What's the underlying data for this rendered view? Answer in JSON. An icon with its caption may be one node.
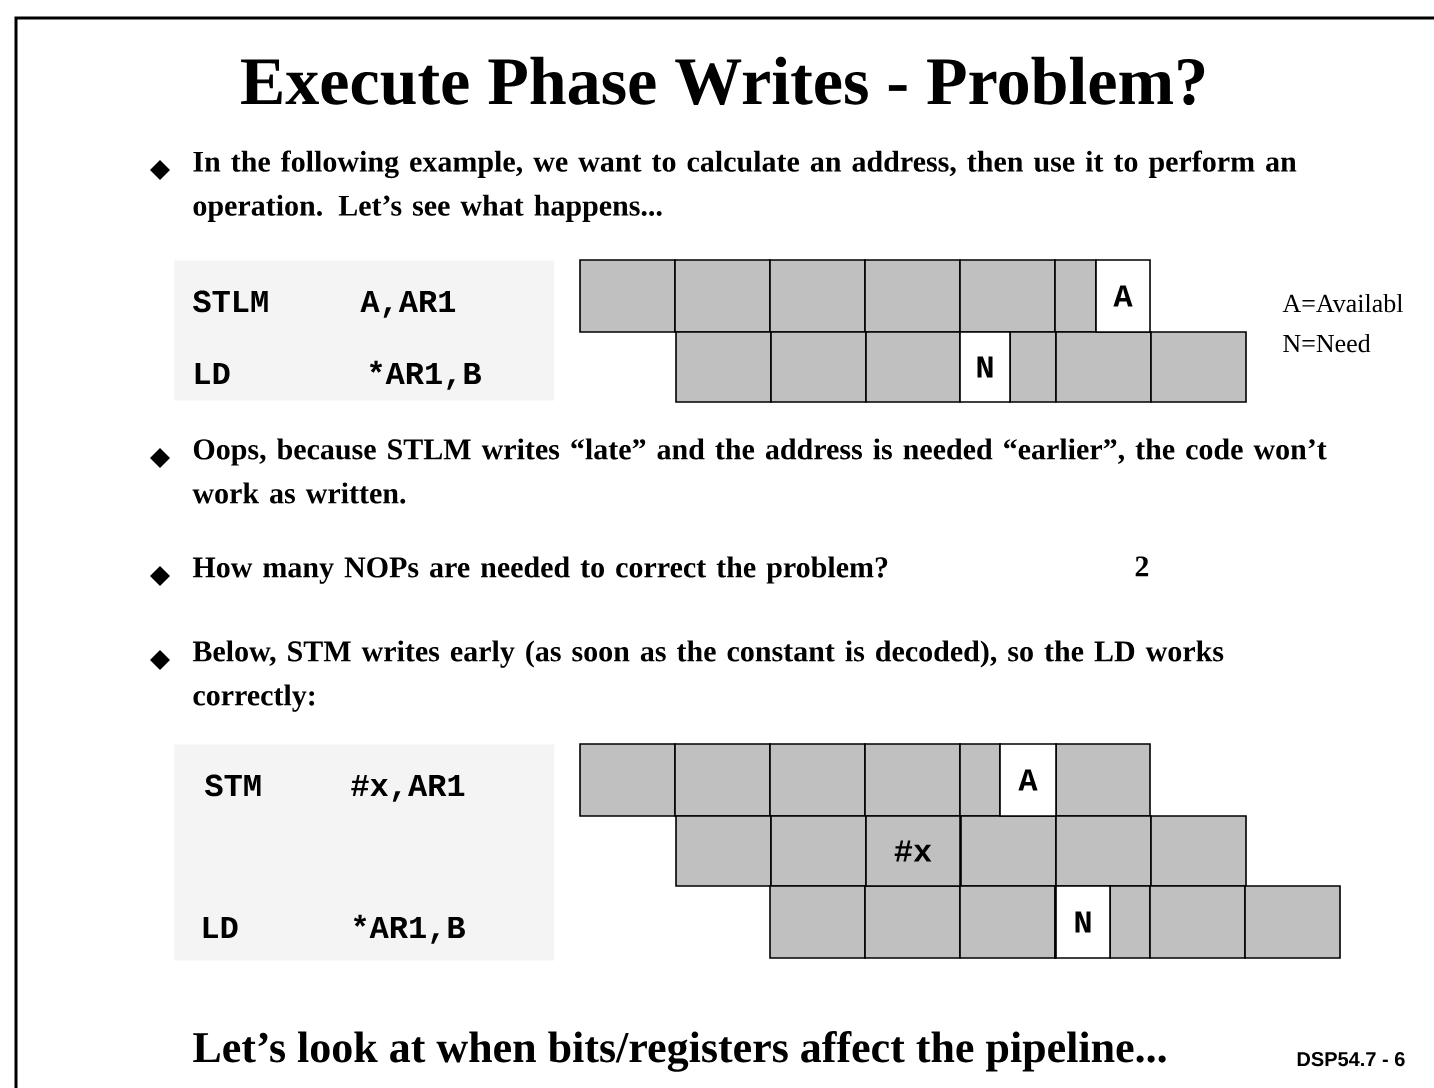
{
  "diagram": {
    "title": "Execute Phase Writes - Problem?",
    "nodes": [
      {
        "text": [
          "STLM",
          "A,AR1",
          "LD",
          "*AR1,B"
        ]
      },
      {
        "text": [
          "A"
        ]
      },
      {
        "text": [
          "N"
        ]
      },
      {
        "text": [
          "STM",
          "#x,AR1",
          "LD",
          "*AR1,B"
        ]
      },
      {
        "text": [
          "A"
        ]
      },
      {
        "text": [
          "#x"
        ]
      },
      {
        "text": [
          "N"
        ]
      }
    ],
    "labels": [
      "In the following example, we want to calculate an address, then use it to perform an operation. Let’s see what happens...",
      "A=Availabl",
      "N=Need",
      "Oops, because STLM writes “late” and the address is needed “earlier”, the code won’t work as written.",
      "How many NOPs are needed to correct the problem?",
      "2",
      "Below, STM writes early (as soon as the constant is decoded), so the LD works correctly:",
      "Let’s look at when bits/registers affect the pipeline...",
      "DSP54.7 - 6"
    ]
  }
}
